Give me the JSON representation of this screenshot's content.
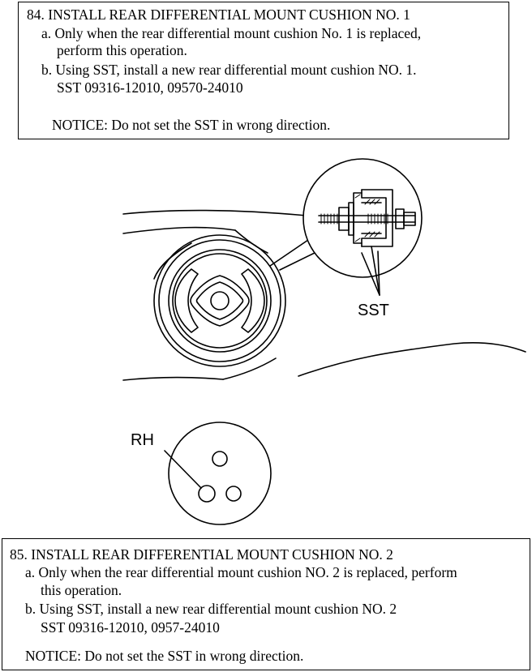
{
  "step84": {
    "title": "84. INSTALL REAR DIFFERENTIAL MOUNT CUSHION NO. 1",
    "a_line1": "a. Only when the rear differential mount cushion No. 1 is replaced,",
    "a_line2": "perform this operation.",
    "b_line1": "b. Using SST, install a new rear differential mount cushion NO. 1.",
    "b_line2": "SST 09316-12010, 09570-24010",
    "notice": "NOTICE: Do not set the SST in wrong direction."
  },
  "figure": {
    "label_sst": "SST",
    "label_rh": "RH"
  },
  "step85": {
    "title": "85. INSTALL REAR DIFFERENTIAL MOUNT CUSHION NO. 2",
    "a_line1": "a. Only when the rear differential mount cushion NO. 2 is replaced, perform",
    "a_line2": "this operation.",
    "b_line1": "b. Using SST, install a new rear differential mount cushion NO. 2",
    "b_line2": "SST 09316-12010, 0957-24010",
    "notice": "NOTICE: Do not set the SST in wrong direction."
  }
}
